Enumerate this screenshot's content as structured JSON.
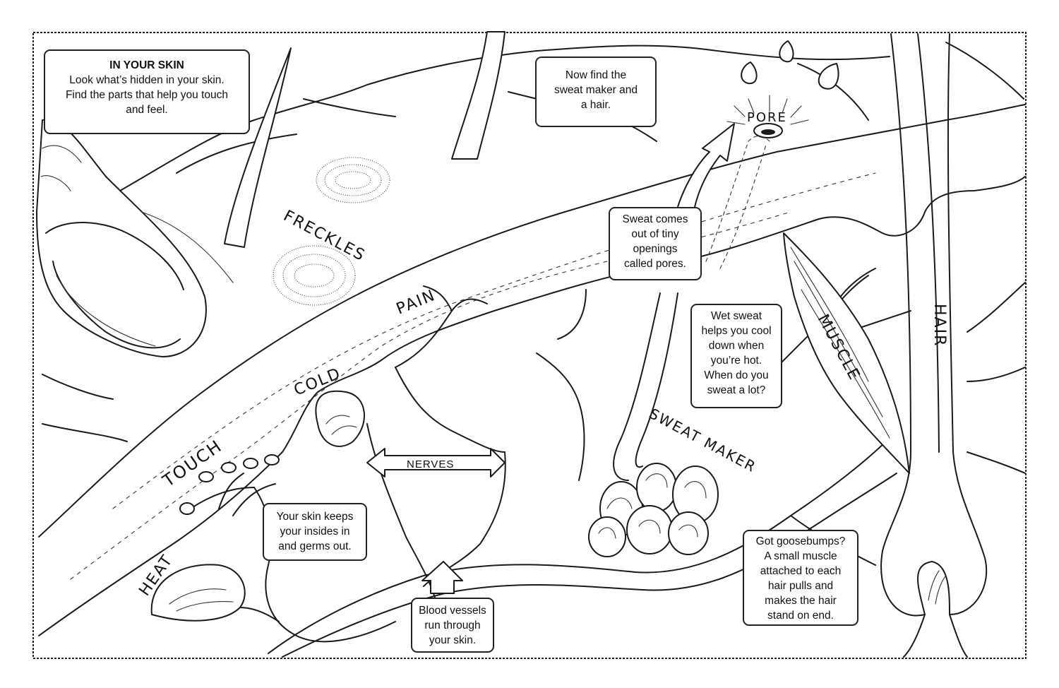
{
  "intro": {
    "title": "IN YOUR SKIN",
    "lines": [
      "Look what’s hidden in your skin.",
      "Find the parts that help you touch",
      "and feel."
    ]
  },
  "callouts": {
    "sweat_hair": [
      "Now find the",
      "sweat maker and",
      "a hair."
    ],
    "pores": [
      "Sweat comes",
      "out of tiny",
      "openings",
      "called pores."
    ],
    "wet_sweat": [
      "Wet sweat",
      "helps you cool",
      "down when",
      "you’re hot.",
      "When do you",
      "sweat a lot?"
    ],
    "insides": [
      "Your skin keeps",
      "your insides in",
      "and germs out."
    ],
    "blood": [
      "Blood vessels",
      "run through",
      "your skin."
    ],
    "goosebumps": [
      "Got goosebumps?",
      "A small muscle",
      "attached to each",
      "hair pulls and",
      "makes the hair",
      "stand on end."
    ]
  },
  "labels": {
    "freckles": "FRECKLES",
    "pain": "PAIN",
    "cold": "COLD",
    "touch": "TOUCH",
    "heat": "HEAT",
    "pore": "PORE",
    "sweat_maker": "SWEAT MAKER",
    "muscle": "MUSCLE",
    "hair": "HAIR",
    "nerves": "NERVES"
  }
}
